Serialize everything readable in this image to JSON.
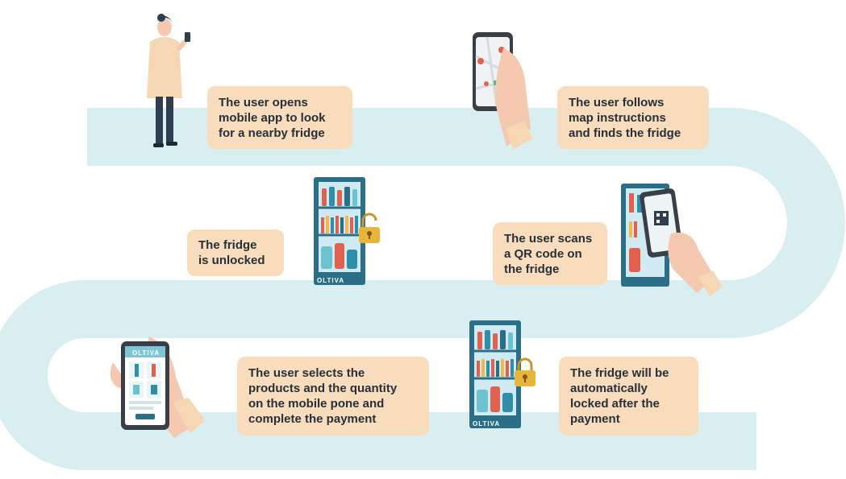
{
  "colors": {
    "path": "#d9eef0",
    "box": "#f8dcbb",
    "text": "#27303a",
    "fridge": "#2b6e88",
    "skin": "#f5c8b0",
    "lock": "#e8b53a"
  },
  "steps": [
    {
      "id": "step-1",
      "text": "The user opens\nmobile app to look\nfor a nearby fridge",
      "icon": "person-with-phone-icon"
    },
    {
      "id": "step-2",
      "text": "The user follows\nmap instructions\nand finds the fridge",
      "icon": "map-phone-hand-icon"
    },
    {
      "id": "step-3",
      "text": "The user scans\na QR code on\nthe fridge",
      "icon": "qr-scan-icon"
    },
    {
      "id": "step-4",
      "text": "The fridge\nis unlocked",
      "icon": "fridge-unlocked-icon"
    },
    {
      "id": "step-5",
      "text": "The user selects the\nproducts and the quantity\non the mobile pone and\ncomplete the payment",
      "icon": "shopping-app-phone-icon"
    },
    {
      "id": "step-6",
      "text": "The fridge will be\nautomatically\nlocked after the\npayment",
      "icon": "fridge-locked-icon"
    }
  ],
  "brand": "OLTIVA"
}
